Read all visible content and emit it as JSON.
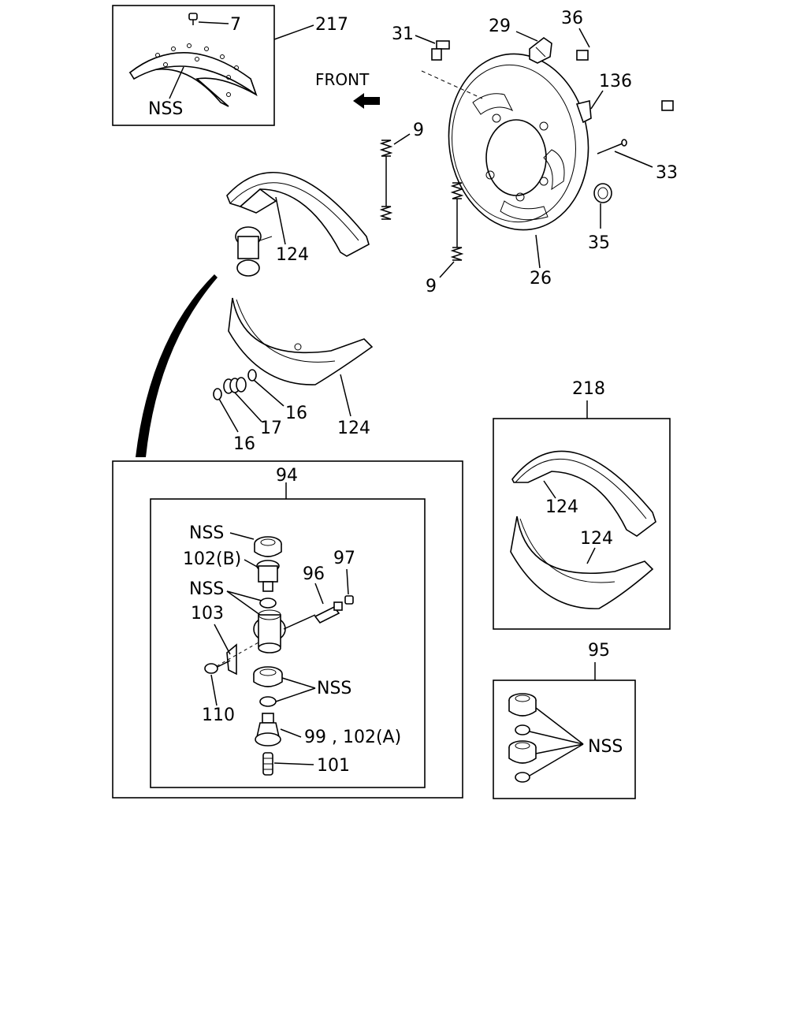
{
  "diagram": {
    "front_label": "FRONT",
    "callouts": {
      "c7": "7",
      "c217": "217",
      "nss_lining": "NSS",
      "c31": "31",
      "c29": "29",
      "c36": "36",
      "c136": "136",
      "c33": "33",
      "c35": "35",
      "c26": "26",
      "c9_top": "9",
      "c9_bottom": "9",
      "c124_upper": "124",
      "c124_lower": "124",
      "c16_right": "16",
      "c17": "17",
      "c16_left": "16",
      "c218": "218",
      "c124_kit_upper": "124",
      "c124_kit_lower": "124",
      "c94": "94",
      "c95": "95",
      "nss_cap": "NSS",
      "c102b": "102(B)",
      "nss_cup": "NSS",
      "c96": "96",
      "c97": "97",
      "c103": "103",
      "c110": "110",
      "nss_boot": "NSS",
      "c99_102a": "99 , 102(A)",
      "c101": "101",
      "nss_kit95": "NSS"
    }
  }
}
